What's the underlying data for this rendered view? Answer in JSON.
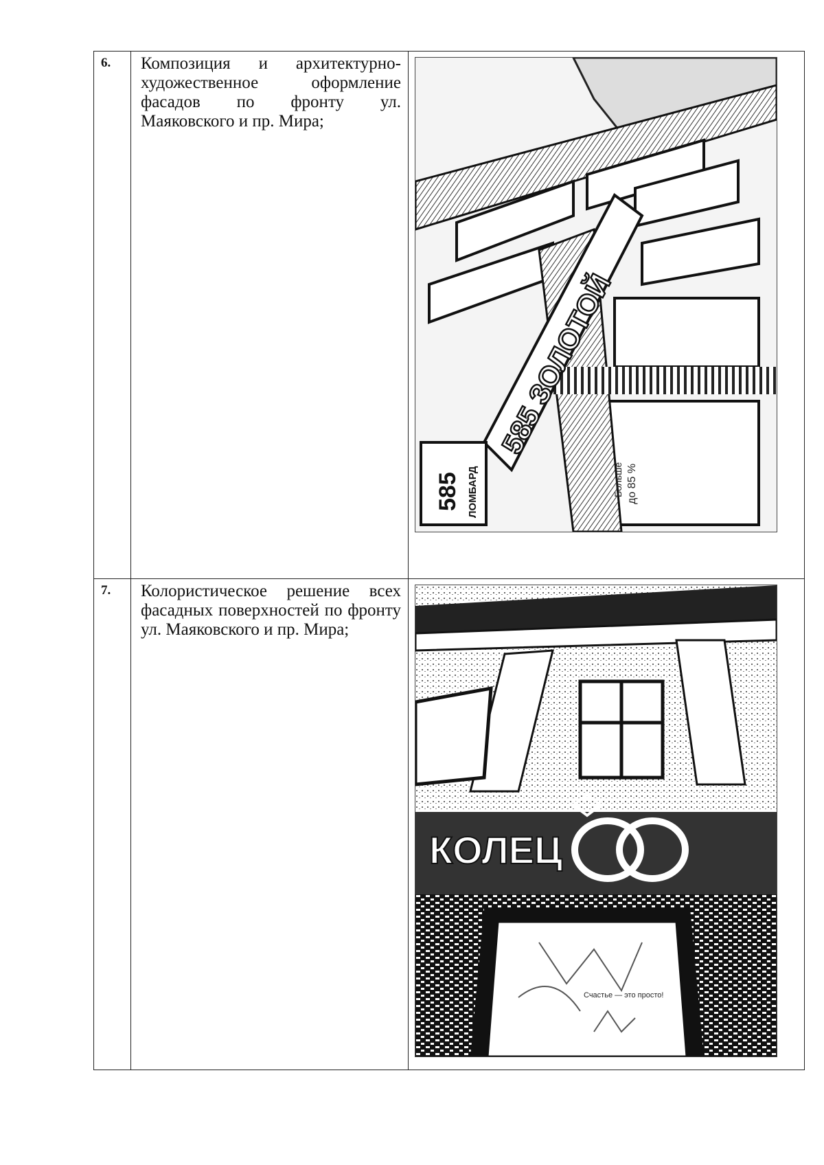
{
  "rows": [
    {
      "number": "6.",
      "description": "Композиция и архитектурно-художественное оформление фасадов по фронту ул. Маяковского и пр. Мира;",
      "photo": {
        "signs": [
          "585",
          "ЛОМБАРД",
          "585 ЗОЛОТОЙ"
        ],
        "window_poster": [
          "Больше",
          "до 85 %"
        ]
      }
    },
    {
      "number": "7.",
      "description": "Колористическое решение всех фасадных поверхностей по фронту ул. Маяковского и пр. Мира;",
      "photo": {
        "sign": "КОЛЕЦ",
        "window_poster": "Счастье — это просто!"
      }
    }
  ]
}
